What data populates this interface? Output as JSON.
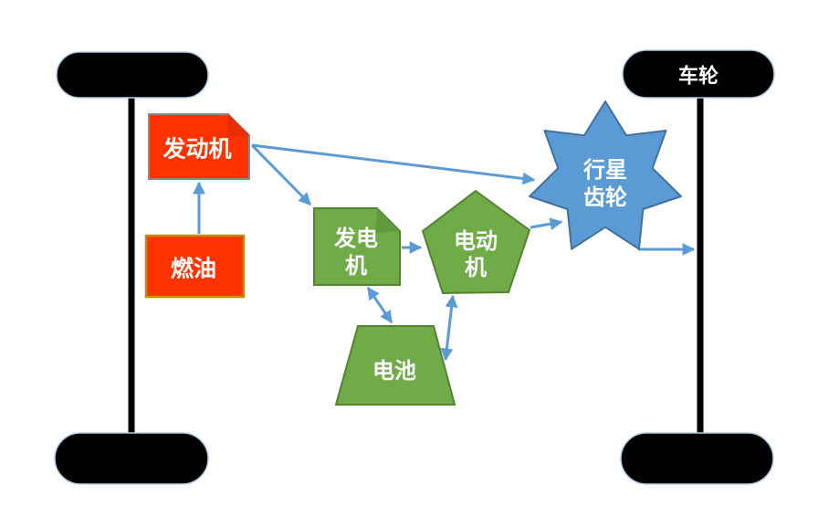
{
  "diagram": {
    "type": "hybrid-powertrain-flow-diagram",
    "background": "#FFFFFF"
  },
  "colors": {
    "node_red_fill": "#FF3300",
    "engine_border_gray": "#8A8A8A",
    "fuel_border_gold": "#BF8F00",
    "node_green_fill": "#6FAB47",
    "node_green_border": "#548235",
    "node_blue_fill": "#5B9BD5",
    "node_blue_border": "#41719C",
    "arrow_blue": "#5B9BD5",
    "wheel_black": "#000000",
    "axle_black": "#000000",
    "label_white": "#FFFFFF"
  },
  "nodes": {
    "engine": {
      "label": "发动机",
      "shape": "folded-corner-rectangle",
      "fill": "#FF3300"
    },
    "fuel": {
      "label": "燃油",
      "shape": "rectangle",
      "fill": "#FF3300"
    },
    "generator": {
      "label": "发电机",
      "lines": [
        "发电",
        "机"
      ],
      "shape": "folded-corner-rectangle",
      "fill": "#6FAB47"
    },
    "motor": {
      "label": "电动机",
      "lines": [
        "电动",
        "机"
      ],
      "shape": "pentagon",
      "fill": "#6FAB47"
    },
    "battery": {
      "label": "电池",
      "shape": "trapezoid",
      "fill": "#6FAB47"
    },
    "planetary_gear": {
      "label": "行星齿轮",
      "lines": [
        "行星",
        "齿轮"
      ],
      "shape": "star-7-point",
      "fill": "#5B9BD5"
    },
    "wheel": {
      "label": "车轮",
      "shape": "pill",
      "fill": "#000000"
    }
  },
  "edges": [
    {
      "from": "fuel",
      "to": "engine",
      "bidirectional": false
    },
    {
      "from": "engine",
      "to": "planetary_gear",
      "bidirectional": false
    },
    {
      "from": "engine",
      "to": "generator",
      "bidirectional": false
    },
    {
      "from": "generator",
      "to": "motor",
      "bidirectional": false
    },
    {
      "from": "generator",
      "to": "battery",
      "bidirectional": true
    },
    {
      "from": "battery",
      "to": "motor",
      "bidirectional": true
    },
    {
      "from": "motor",
      "to": "planetary_gear",
      "bidirectional": false
    },
    {
      "from": "planetary_gear",
      "to": "right_axle",
      "bidirectional": false
    }
  ]
}
